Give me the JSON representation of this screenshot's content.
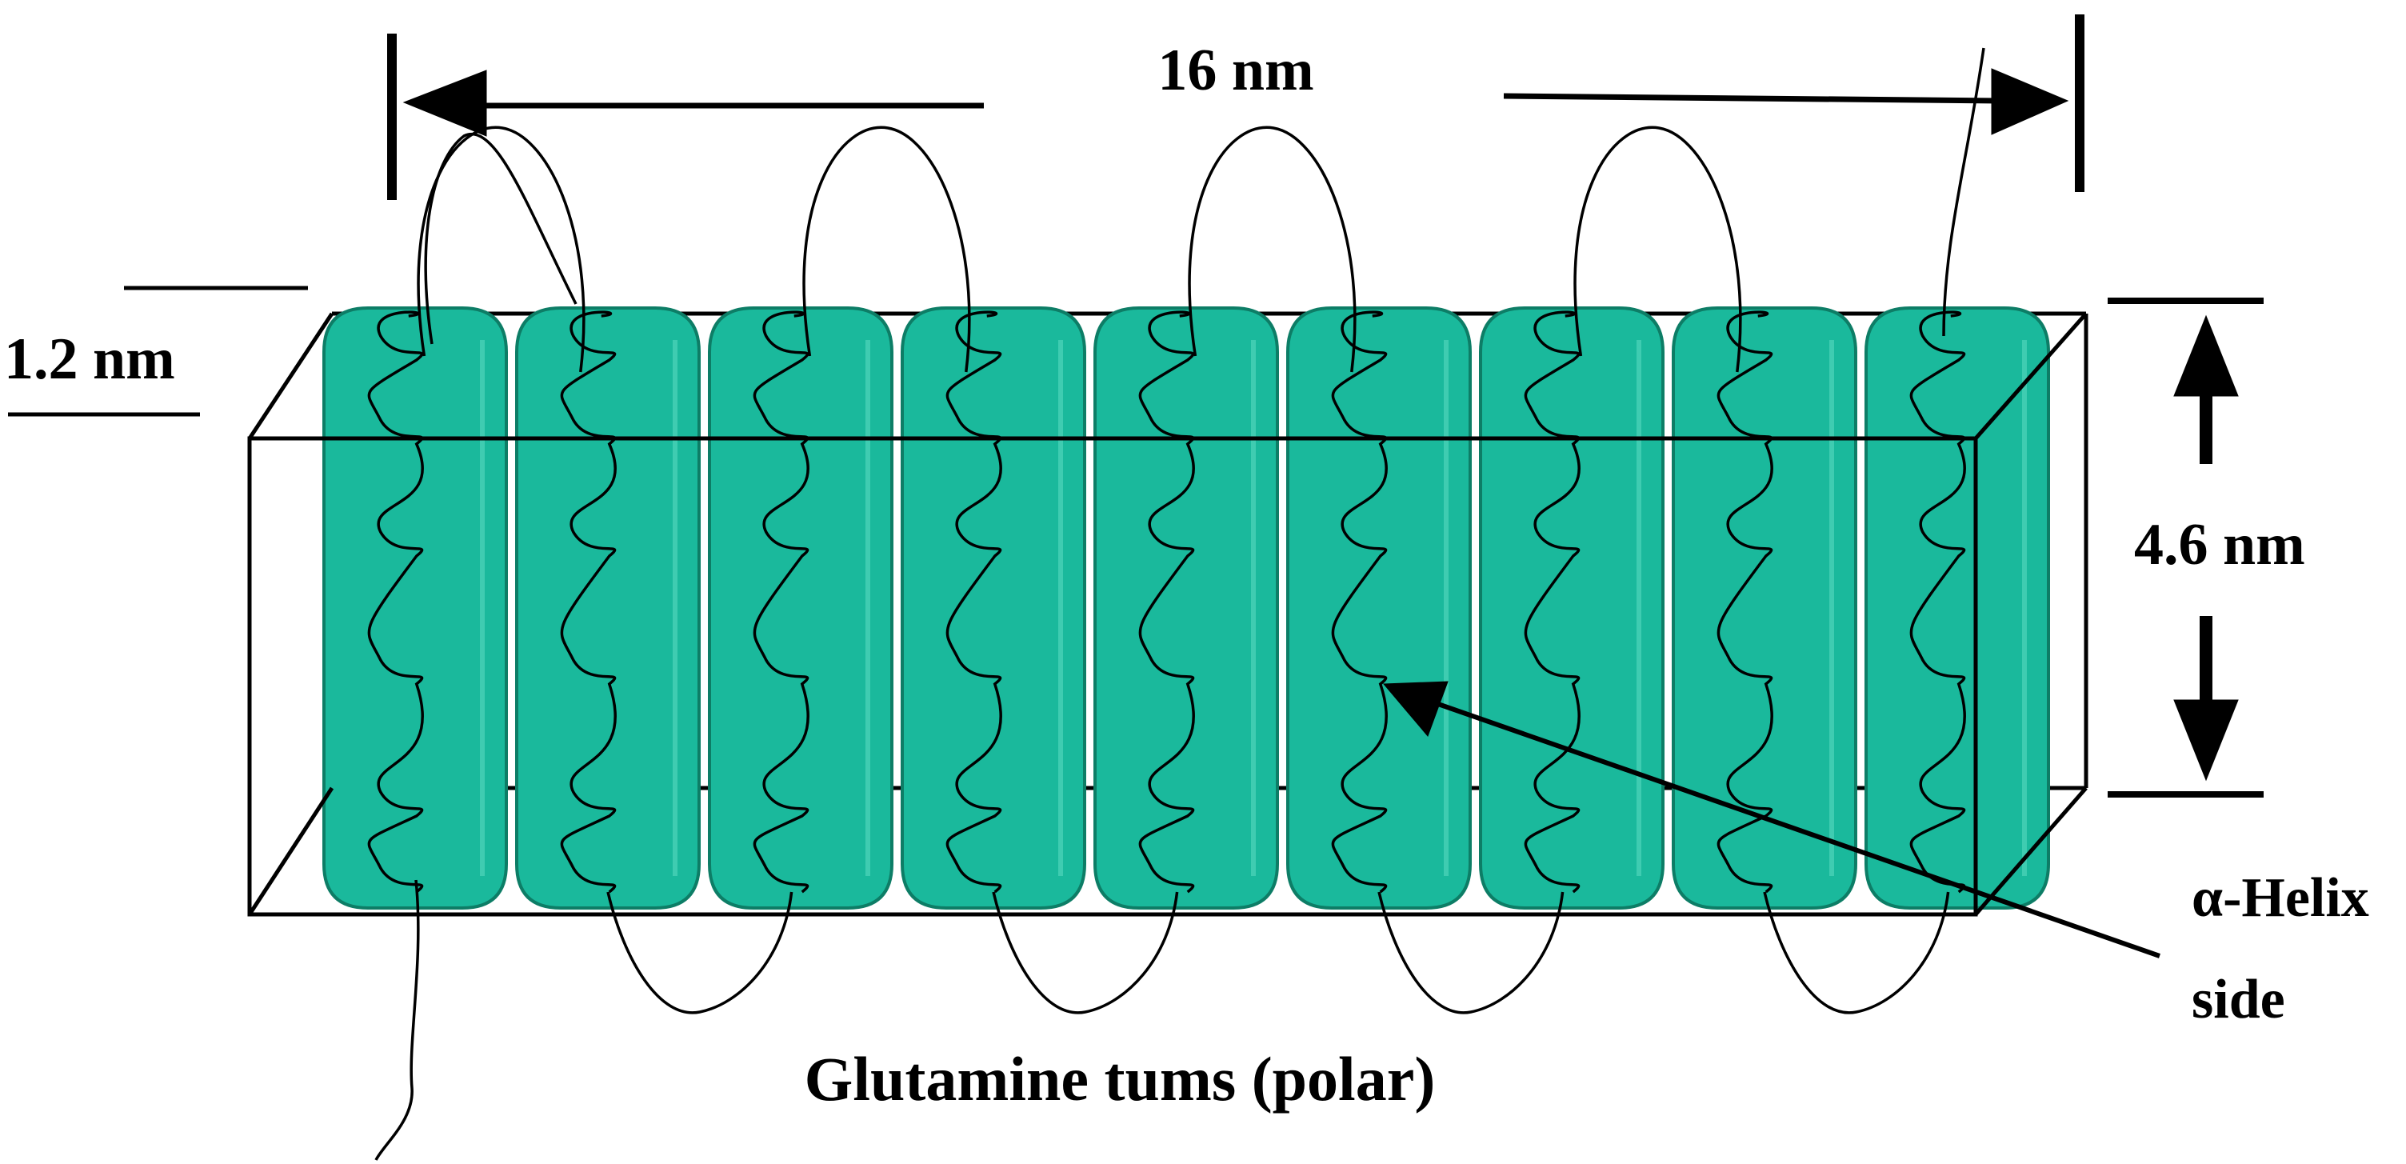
{
  "diagram": {
    "length_label": "16 nm",
    "thickness_label": "1.2 nm",
    "height_label": "4.6 nm",
    "helix_label_line1": "α-Helix",
    "helix_label_line2": "side",
    "bottom_label": "Glutamine tums (polar)",
    "cylinder_count": 9,
    "colors": {
      "cylinder_fill": "#1ab99c",
      "cylinder_stroke": "#0d7d66",
      "line": "#000000",
      "background": "#ffffff"
    }
  }
}
